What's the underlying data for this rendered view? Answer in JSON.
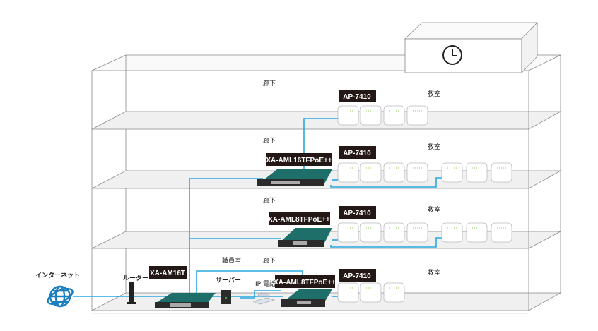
{
  "colors": {
    "link": "#29a8e0",
    "label_bg": "#231815",
    "switch": "#1e6e6a"
  },
  "labels": {
    "internet": "インターネット",
    "router": "ルーター",
    "server": "サーバー",
    "ip_phone": "IP 電話",
    "staff_room": "職員室",
    "corridor": "廊下",
    "classroom": "教室"
  },
  "devices": {
    "ap": "AP-7410",
    "switch_16poe": "XA-AML16TFPoE++",
    "switch_8poe": "XA-AML8TFPoE++",
    "core_switch": "XA-AM16T"
  },
  "icons": [
    "clock-icon",
    "globe-icon",
    "router-icon",
    "server-icon",
    "phone-icon"
  ]
}
